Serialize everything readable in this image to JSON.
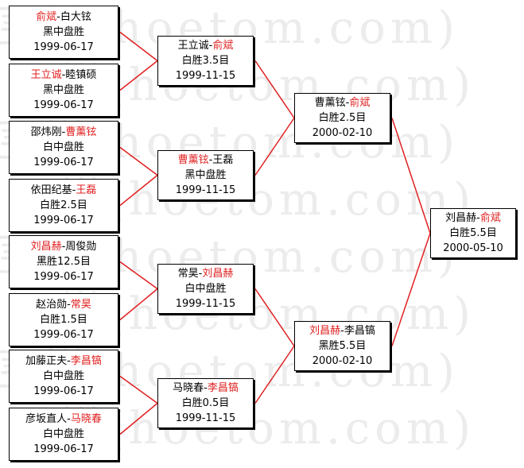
{
  "watermark": [
    "hoetom.com",
    "hoetom.com",
    "hoetom.com",
    "hoetom.com",
    "hoetom.com",
    "hoetom.com",
    "hoetom.com",
    "hoetom.com"
  ],
  "watermark_prefix": "围棋",
  "colors": {
    "winner": "#e02020",
    "line": "#e02020",
    "text": "#000000"
  },
  "rounds": {
    "r1": [
      {
        "p1": "俞斌",
        "sep": "-",
        "p2": "白大铉",
        "result": "黑中盘胜",
        "date": "1999-06-17",
        "winner": 1
      },
      {
        "p1": "王立诚",
        "sep": "-",
        "p2": "睦镇硕",
        "result": "黑中盘胜",
        "date": "1999-06-17",
        "winner": 1
      },
      {
        "p1": "邵炜刚",
        "sep": "-",
        "p2": "曹薰铉",
        "result": "白中盘胜",
        "date": "1999-06-17",
        "winner": 2
      },
      {
        "p1": "依田纪基",
        "sep": "-",
        "p2": "王磊",
        "result": "白胜2.5目",
        "date": "1999-06-17",
        "winner": 2
      },
      {
        "p1": "刘昌赫",
        "sep": "-",
        "p2": "周俊勋",
        "result": "黑胜12.5目",
        "date": "1999-06-17",
        "winner": 1
      },
      {
        "p1": "赵治勋",
        "sep": "-",
        "p2": "常昊",
        "result": "白胜1.5目",
        "date": "1999-06-17",
        "winner": 2
      },
      {
        "p1": "加藤正夫",
        "sep": "-",
        "p2": "李昌镐",
        "result": "白中盘胜",
        "date": "1999-06-17",
        "winner": 2
      },
      {
        "p1": "彦坂直人",
        "sep": "-",
        "p2": "马晓春",
        "result": "白中盘胜",
        "date": "1999-06-17",
        "winner": 2
      }
    ],
    "r2": [
      {
        "p1": "王立诚",
        "sep": "-",
        "p2": "俞斌",
        "result": "白胜3.5目",
        "date": "1999-11-15",
        "winner": 2
      },
      {
        "p1": "曹薰铉",
        "sep": "-",
        "p2": "王磊",
        "result": "黑中盘胜",
        "date": "1999-11-15",
        "winner": 1
      },
      {
        "p1": "常昊",
        "sep": "-",
        "p2": "刘昌赫",
        "result": "白中盘胜",
        "date": "1999-11-15",
        "winner": 2
      },
      {
        "p1": "马晓春",
        "sep": "-",
        "p2": "李昌镐",
        "result": "白胜0.5目",
        "date": "1999-11-15",
        "winner": 2
      }
    ],
    "r3": [
      {
        "p1": "曹薰铉",
        "sep": "-",
        "p2": "俞斌",
        "result": "白胜2.5目",
        "date": "2000-02-10",
        "winner": 2
      },
      {
        "p1": "刘昌赫",
        "sep": "-",
        "p2": "李昌镐",
        "result": "黑胜5.5目",
        "date": "2000-02-10",
        "winner": 1
      }
    ],
    "final": [
      {
        "p1": "刘昌赫",
        "sep": "-",
        "p2": "俞斌",
        "result": "白胜5.5目",
        "date": "2000-05-10",
        "winner": 2
      }
    ]
  }
}
